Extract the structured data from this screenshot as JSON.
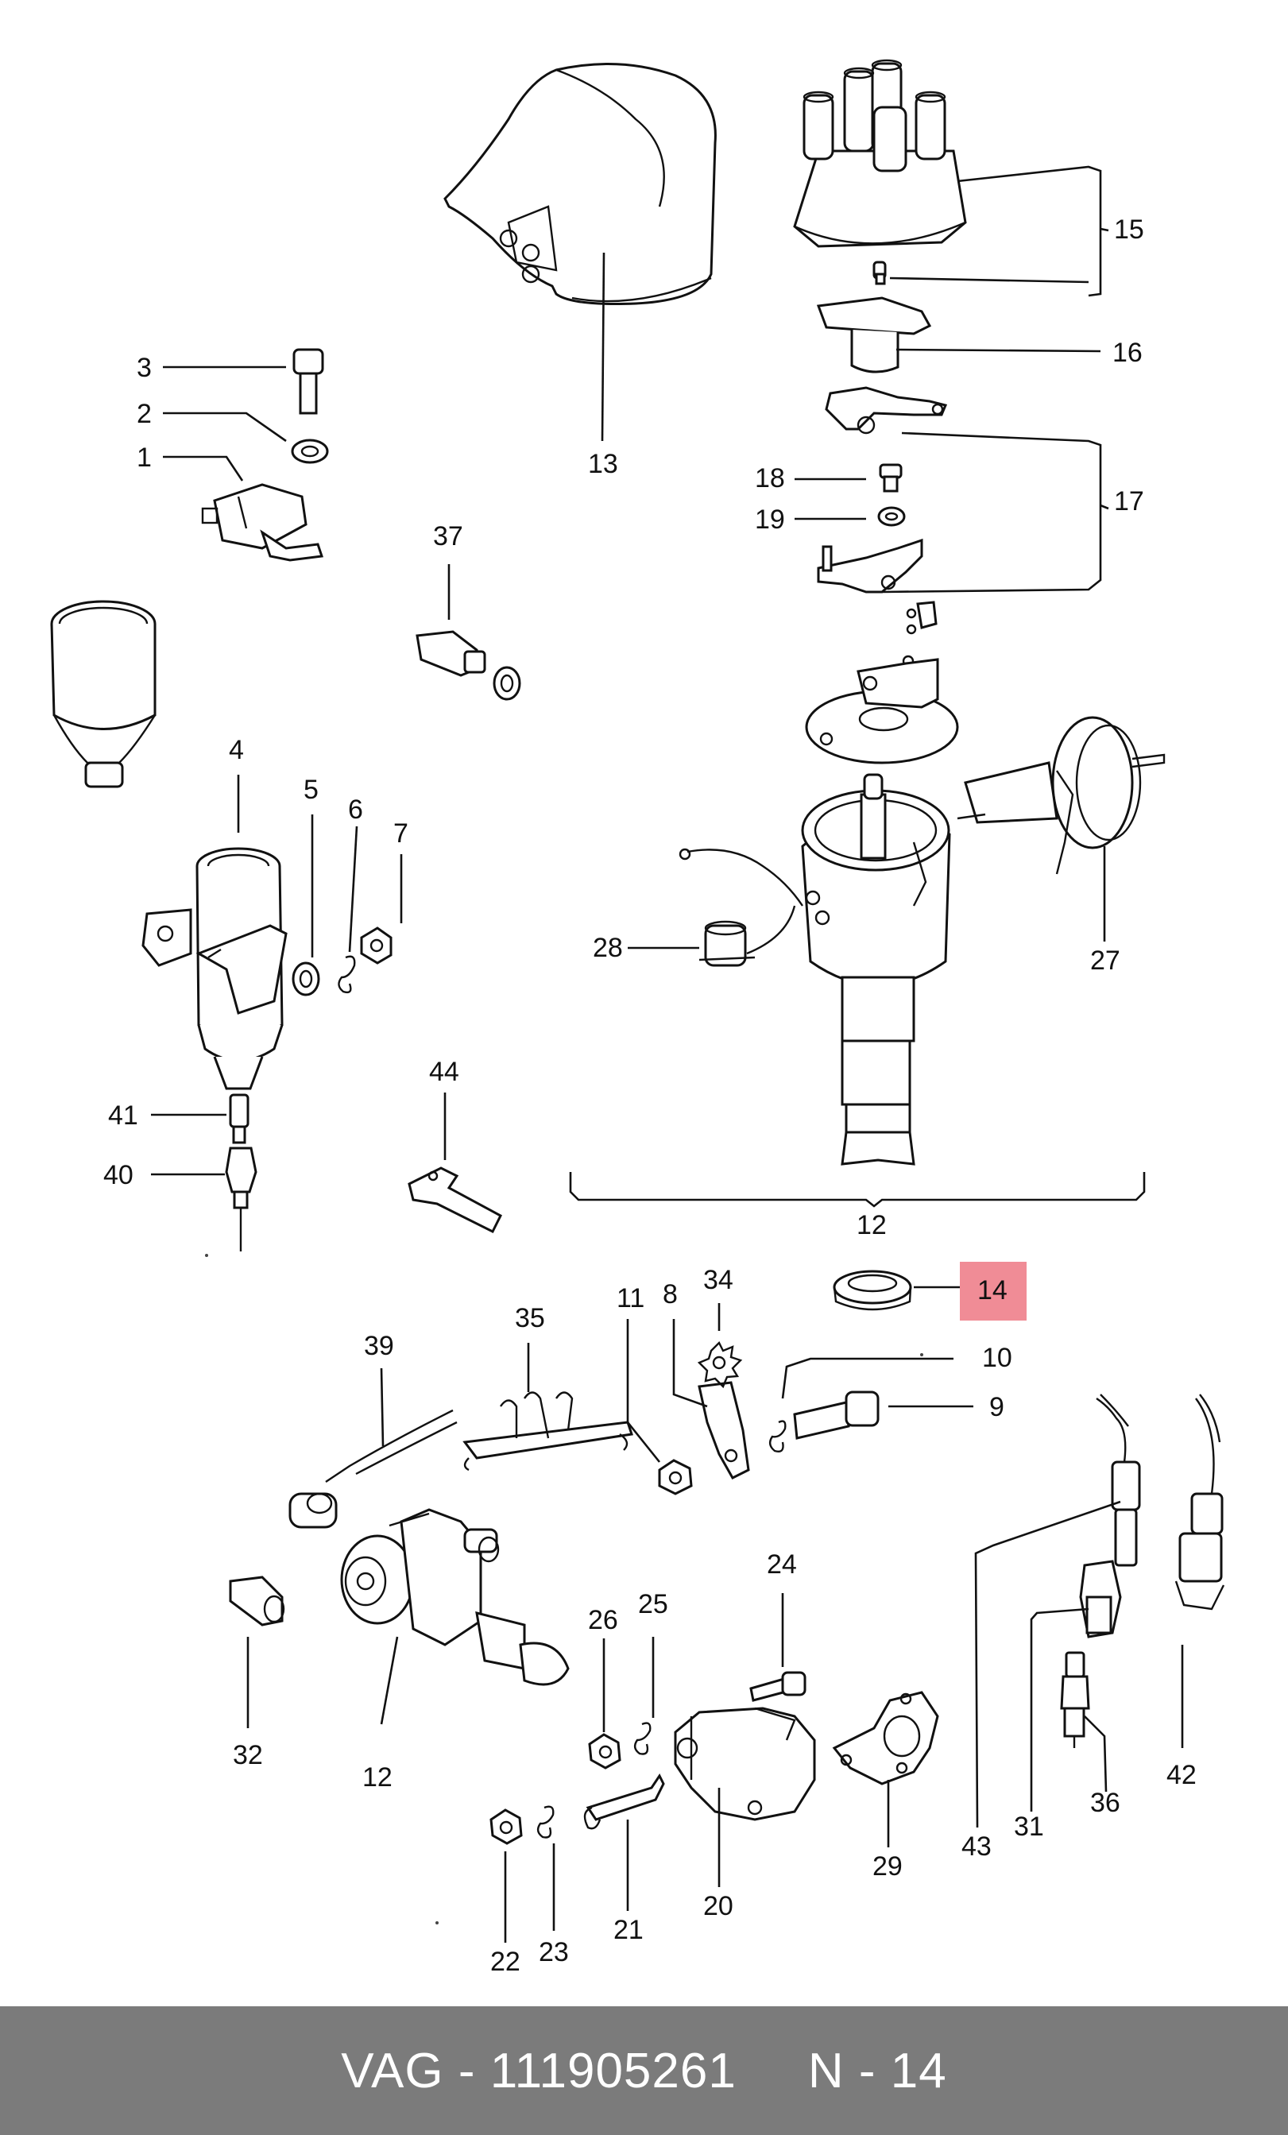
{
  "diagram": {
    "labels": {
      "l1": "1",
      "l2": "2",
      "l3": "3",
      "l4": "4",
      "l5": "5",
      "l6": "6",
      "l7": "7",
      "l8": "8",
      "l9": "9",
      "l10": "10",
      "l11": "11",
      "l12a": "12",
      "l12b": "12",
      "l13": "13",
      "l14": "14",
      "l15": "15",
      "l16": "16",
      "l17": "17",
      "l18": "18",
      "l19": "19",
      "l20": "20",
      "l21": "21",
      "l22": "22",
      "l23": "23",
      "l24": "24",
      "l25": "25",
      "l26": "26",
      "l27": "27",
      "l28": "28",
      "l29": "29",
      "l31": "31",
      "l32": "32",
      "l34": "34",
      "l35": "35",
      "l36": "36",
      "l37": "37",
      "l39": "39",
      "l40": "40",
      "l41": "41",
      "l42": "42",
      "l43": "43",
      "l44": "44"
    },
    "highlight": {
      "label": "14",
      "color": "#f08c96"
    }
  },
  "footer": {
    "part_ref": "VAG - 111905261",
    "position_ref": "N - 14",
    "background": "#7b7b7b"
  }
}
